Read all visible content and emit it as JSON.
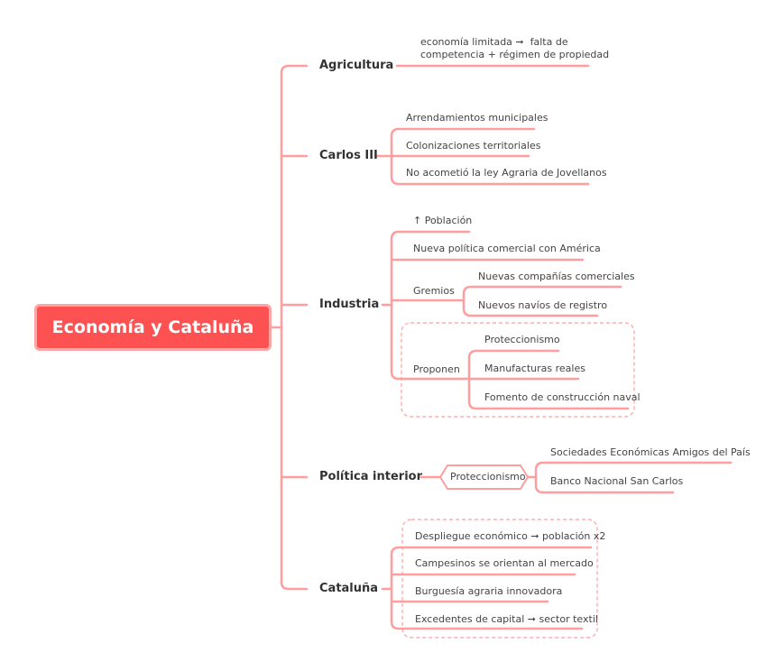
{
  "root": {
    "label": "Economía y Cataluña"
  },
  "colors": {
    "accent": "#fe5252",
    "line": "#ff9e9e"
  },
  "branches": {
    "agricultura": {
      "label": "Agricultura",
      "children": [
        "economía limitada ➞  falta de\ncompetencia + régimen de propiedad"
      ]
    },
    "carlos": {
      "label": "Carlos III",
      "children": [
        "Arrendamientos municipales",
        "Colonizaciones territoriales",
        "No acometió la ley Agraria de Jovellanos"
      ]
    },
    "industria": {
      "label": "Industria",
      "children": [
        "↑ Población",
        "Nueva política comercial con América"
      ],
      "gremios": {
        "label": "Gremios",
        "children": [
          "Nuevas compañías comerciales",
          "Nuevos navíos de registro"
        ]
      },
      "proponen": {
        "label": "Proponen",
        "children": [
          "Proteccionismo",
          "Manufacturas reales",
          "Fomento de construcción naval"
        ]
      }
    },
    "politica": {
      "label": "Política interior",
      "hub": "Proteccionismo",
      "children": [
        "Sociedades Económicas Amigos del País",
        "Banco Nacional San Carlos"
      ]
    },
    "cataluna": {
      "label": "Cataluña",
      "children": [
        "Despliegue económico ➞ población x2",
        "Campesinos se orientan al mercado",
        "Burguesía agraria innovadora",
        "Excedentes de capital ➞ sector textil"
      ]
    }
  }
}
